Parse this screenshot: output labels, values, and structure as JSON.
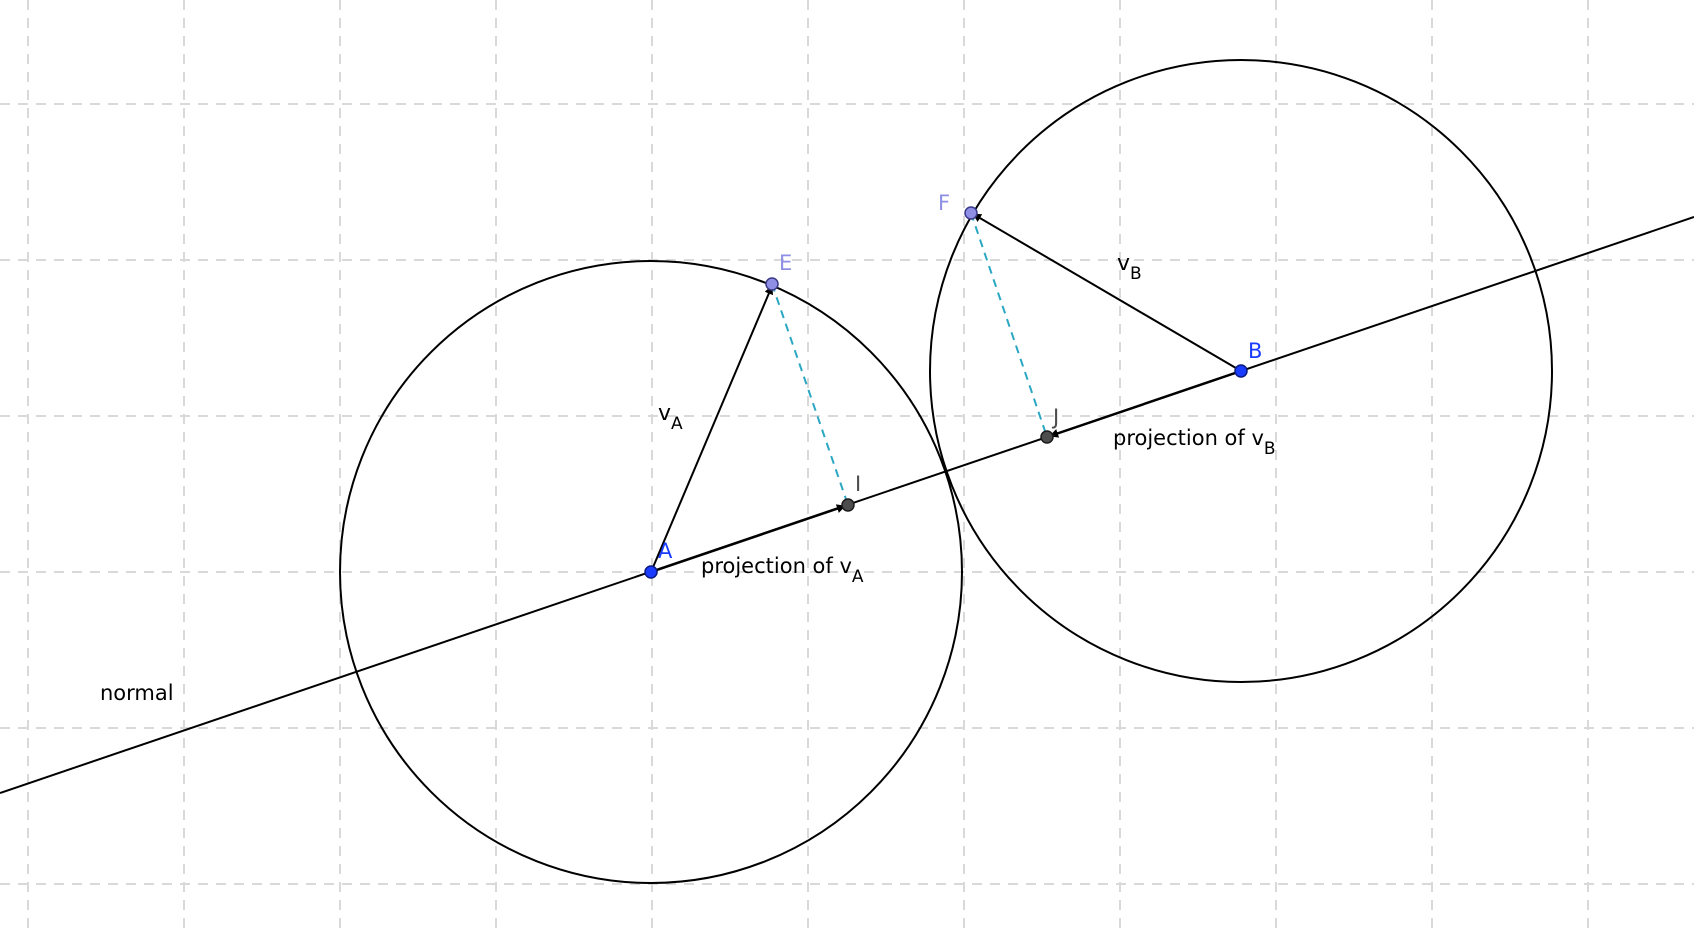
{
  "diagram": {
    "points": {
      "A": {
        "label": "A",
        "color": "#1a3cff"
      },
      "B": {
        "label": "B",
        "color": "#1a3cff"
      },
      "E": {
        "label": "E",
        "color": "#8f8fe6"
      },
      "F": {
        "label": "F",
        "color": "#8f8fe6"
      },
      "I": {
        "label": "I",
        "color": "#4d4d4d"
      },
      "J": {
        "label": "J",
        "color": "#4d4d4d"
      }
    },
    "vectors": {
      "vA": {
        "base": "v",
        "sub": "A"
      },
      "vB": {
        "base": "v",
        "sub": "B"
      },
      "projA": {
        "base": "projection of v",
        "sub": "A"
      },
      "projB": {
        "base": "projection of v",
        "sub": "B"
      }
    },
    "line_label": "normal",
    "colors": {
      "grid": "#d9d9d9",
      "stroke": "#000000",
      "dashed": "#2aa7c2",
      "center_point": "#1a3cff",
      "tip_point": "#8f8fe6",
      "proj_point": "#4d4d4d"
    }
  }
}
